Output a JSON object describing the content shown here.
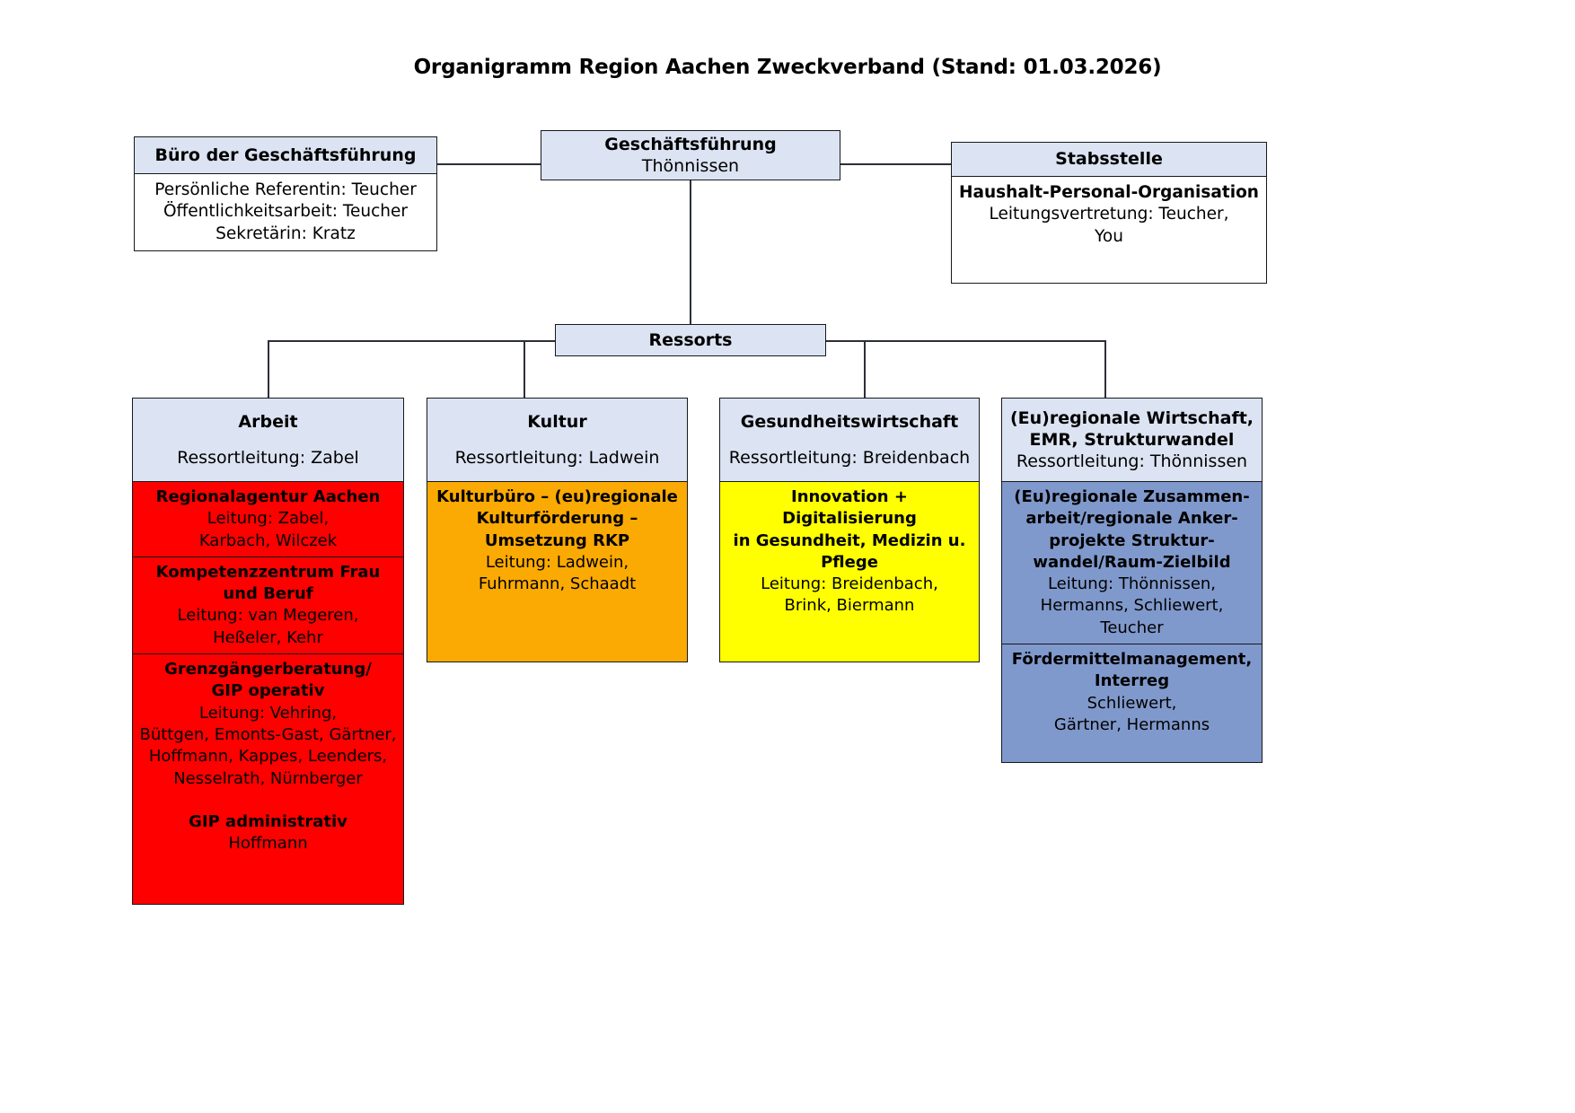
{
  "document": {
    "title": "Organigramm Region Aachen Zweckverband (Stand: 01.03.2026)"
  },
  "colors": {
    "header_fill": "#dce3f2",
    "border": "#16191d",
    "arbeit_fill": "#fe0000",
    "kultur_fill": "#fbaa03",
    "gesundheit_fill": "#ffff00",
    "euregio_fill": "#8099cc"
  },
  "top": {
    "buero": {
      "header": "Büro der Geschäftsführung",
      "line1": "Persönliche Referentin: Teucher",
      "line2": "Öffentlichkeitsarbeit: Teucher",
      "line3": "Sekretärin: Kratz"
    },
    "geschaeftsfuehrung": {
      "header": "Geschäftsführung",
      "name": "Thönnissen"
    },
    "stabsstelle": {
      "header": "Stabsstelle",
      "line1": "Haushalt-Personal-Organisation",
      "line2": "Leitungsvertretung: Teucher,",
      "line3": "You"
    },
    "ressorts": {
      "header": "Ressorts"
    }
  },
  "ressorts": [
    {
      "id": "arbeit",
      "header": "Arbeit",
      "leitung": "Ressortleitung: Zabel",
      "fill": "#fe0000",
      "segments": [
        {
          "title": "Regionalagentur Aachen",
          "lines": [
            "Leitung: Zabel,",
            "Karbach, Wilczek"
          ]
        },
        {
          "title": "Kompetenzzentrum Frau\nund Beruf",
          "lines": [
            "Leitung: van Megeren,",
            "Heßeler, Kehr"
          ]
        },
        {
          "title": "Grenzgängerberatung/\nGIP operativ",
          "lines": [
            "Leitung: Vehring,",
            "Büttgen, Emonts-Gast, Gärtner,",
            "Hoffmann, Kappes, Leenders,",
            "Nesselrath, Nürnberger",
            "",
            "GIP administrativ",
            "Hoffmann"
          ]
        }
      ]
    },
    {
      "id": "kultur",
      "header": "Kultur",
      "leitung": "Ressortleitung: Ladwein",
      "fill": "#fbaa03",
      "segments": [
        {
          "title": "Kulturbüro – (eu)regionale\nKulturförderung –\nUmsetzung RKP",
          "lines": [
            "Leitung: Ladwein,",
            "Fuhrmann, Schaadt"
          ]
        }
      ]
    },
    {
      "id": "gesundheitswirtschaft",
      "header": "Gesundheitswirtschaft",
      "leitung": "Ressortleitung: Breidenbach",
      "fill": "#ffff00",
      "segments": [
        {
          "title": "Innovation + Digitalisierung\nin Gesundheit, Medizin u.\nPflege",
          "lines": [
            "Leitung: Breidenbach,",
            "Brink, Biermann"
          ]
        }
      ]
    },
    {
      "id": "euregionale-wirtschaft",
      "header": "(Eu)regionale Wirtschaft,\nEMR, Strukturwandel",
      "leitung": "Ressortleitung: Thönnissen",
      "fill": "#8099cc",
      "segments": [
        {
          "title": "(Eu)regionale Zusammen-\narbeit/regionale Anker-\nprojekte Struktur-\nwandel/Raum-Zielbild",
          "lines": [
            "Leitung: Thönnissen,",
            "Hermanns, Schliewert,",
            "Teucher"
          ]
        },
        {
          "title": "Fördermittelmanagement,\nInterreg",
          "lines": [
            "Schliewert,",
            "Gärtner, Hermanns"
          ]
        }
      ]
    }
  ]
}
